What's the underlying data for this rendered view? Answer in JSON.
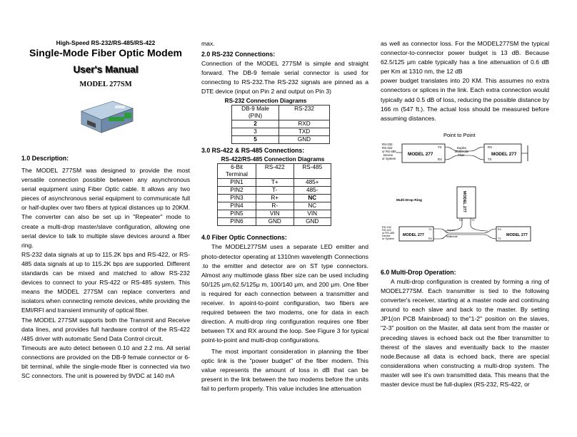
{
  "header": {
    "product_line": "High-Speed RS-232/RS-485/RS-422",
    "product_title": "Single-Mode Fiber Optic Modem",
    "manual_title": "User's Manual",
    "model": "MODEL 277SM"
  },
  "col1": {
    "description_heading": "1.0 Description:",
    "p1": "The MODEL 277SM was designed to provide the most versatile connection possible between any asynchronous serial equipment using Fiber Optic cable. It allows any two pieces of asynchronous serial equipment to communicate full or half-duplex over two fibers at typical distances up to 20KM. The converter can also be set up in \"Repeater\" mode to create a multi-drop master/slave configuration, allowing one serial device to talk to multiple slave devices around a fiber ring.",
    "p2": "RS-232 data signals at up to 115.2K bps and RS-422, or RS-485 data signals at up to 115.2K bps are supported. Different standards can be mixed and matched to allow RS-232 devices to connect to your RS-422 or RS-485 system. This means the MODEL 277SM can replace converters and isolators when connecting remote devices, while providing the EMI/RFI and transient immunity of optical fiber.",
    "p3": "The MODEL 277SM supports both the Transmit and Receive data lines, and provides full hardware control of the RS-422 /485 driver with automatic Send Data Control circuit.",
    "p4": "Timeouts are auto detect between 0.10 and 2.2 ms. All serial connections are provided on the DB-9 female connector or 6-bit terminal, while the single-mode fiber is connected via two SC connectors. The unit is powered by 9VDC at 140 mA"
  },
  "col2": {
    "cont": "max.",
    "rs232_heading": "2.0 RS-232 Connections:",
    "rs232_p": "Connection of the MODEL 277SM is simple and straight forward. The DB-9 female serial connector is used for connecting to RS-232.The RS-232 signals are pinned as a DTE device (input on Pin 2 and output on Pin 3)",
    "rs232_table_title": "RS-232 Connection Diagrams",
    "rs232_table": {
      "header": [
        "DB-9 Male\n(PIN)",
        "RS-232"
      ],
      "rows": [
        [
          "2",
          "RXD"
        ],
        [
          "3",
          "TXD"
        ],
        [
          "5",
          "GND"
        ]
      ]
    },
    "rs422_heading": "3.0 RS-422 & RS-485 Connections:",
    "rs422_table_title": "RS-422/RS-485 Connection Diagrams",
    "rs422_table": {
      "header": [
        "6-Bit\nTerminal",
        "RS-422",
        "RS-485"
      ],
      "rows": [
        [
          "PIN1",
          "T+",
          "485+"
        ],
        [
          "PIN2",
          "T-",
          "485-"
        ],
        [
          "PIN3",
          "R+",
          "NC"
        ],
        [
          "PIN4",
          "R-",
          "NC"
        ],
        [
          "PIN5",
          "VIN",
          "VIN"
        ],
        [
          "PIN6",
          "GND",
          "GND"
        ]
      ]
    },
    "fiber_heading": "4.0 Fiber Optic Connections:",
    "fiber_p1": "The MODEL277SM uses a separate LED emitter and photo-detector operating at 1310nm wavelength Connections .to the emitter and detector are on ST type connectors. Almost any multimode glass fiber size can be used including 50/125 μm,62.5/125μ m, 100/140 μm, and 200 μm. One fiber is required for each connection between a transmitter and receiver. In apoint-to-point configuration, two fibers are required between the two modems, one for data in each direction. A multi-drop ring configuration requires one fiber between TX and RX around the loop. See Figure 3 for typical point-to-point and multi-drop configurations.",
    "fiber_p2": "The most important consideration in planning the fiber optic link is the \"power budget\" of the fiber modem. This value represents the amount of loss in dB that can be present in the link between the two modems before the units fail to perform properly. This value includes line attenuation"
  },
  "col3": {
    "p1": "as well as connector loss. For the MODEL277SM the typical connector-to-connector power budget is 13 dB. Because 62.5/125 μm cable typically has a line attenuation of 0.6 dB per Km at 1310 nm, the 12 dB",
    "p2": "power budget translates into 20 KM. This assumes no extra connectors or splices in the link. Each extra connection would typically add 0.5 dB of loss, reducing the possible distance by 166 m (547 ft.). The actual loss should be measured before assuming distances.",
    "diagram": {
      "ptp_title": "Point to Point",
      "left_label": "RS-232\nRS-422\nor RS-485\nDevice\nor System",
      "model_label": "MODEL 277",
      "tx": "TX",
      "rx": "RX",
      "duplex_label": "Duplex\nMultimode\nFiber",
      "ring_title": "Multi-Drop Ring",
      "vertical_model": "MODEL 277"
    },
    "multidrop_heading": "6.0 Multi-Drop Operation:",
    "multidrop_p": "A multi-drop configuration is created by forming a ring of MODEL277SM. Each transmitter is tied to the following converter's receiver, starting at a master node and continuing around to each slave and back to the master. By setting JP1(on PCB Mainbroad) to the\"1-2\" position on the slaves, \"2-3\" position on the Master, all data sent from the master or preceding slaves is echoed back out the fiber transmitter to therest of the slaves and eventually back to the master node.Because all data is echoed back, there are special considerations when constructing a multi-drop system. The master will see it's own transmitted data. This means that the master device must be full-duplex (RS-232, RS-422, or"
  }
}
